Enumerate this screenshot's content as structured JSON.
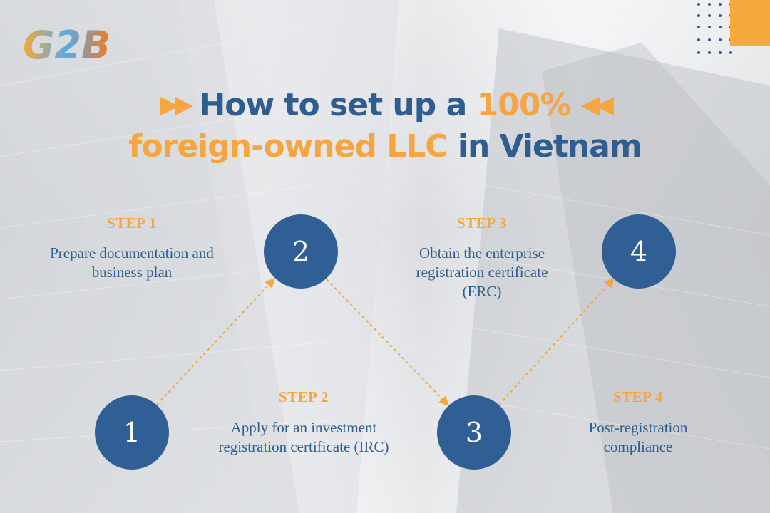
{
  "logo": {
    "text": "G2B"
  },
  "title": {
    "part1": "How to set up a ",
    "part2": "100%",
    "part3": "foreign-owned LLC",
    "part4": " in Vietnam",
    "arrows_left": "▶▶",
    "arrows_right": "◀◀"
  },
  "steps": [
    {
      "number": "1",
      "label": "STEP 1",
      "description": "Prepare documentation and business plan"
    },
    {
      "number": "2",
      "label": "STEP 2",
      "description": "Apply for an investment registration certificate (IRC)"
    },
    {
      "number": "3",
      "label": "STEP 3",
      "description": "Obtain the enterprise registration certificate (ERC)"
    },
    {
      "number": "4",
      "label": "STEP 4",
      "description": "Post-registration compliance"
    }
  ],
  "colors": {
    "blue": "#2f5f94",
    "title_blue": "#2e5d8f",
    "orange": "#f5a641"
  }
}
